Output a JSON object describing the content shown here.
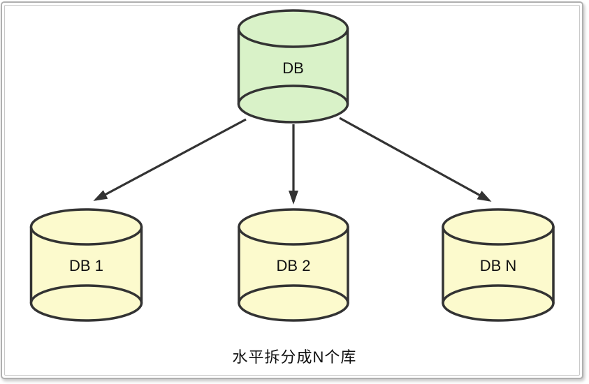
{
  "diagram": {
    "caption": "水平拆分成N个库",
    "root": {
      "label": "DB"
    },
    "shards": [
      {
        "label": "DB 1"
      },
      {
        "label": "DB 2"
      },
      {
        "label": "DB N"
      }
    ],
    "colors": {
      "root_fill": "#d9f2c8",
      "shard_fill": "#fcfacd",
      "stroke": "#333333",
      "label_text": "#111111",
      "frame_border": "#b0b0b0",
      "inner_border": "#c9c9c9",
      "background": "#ffffff"
    }
  }
}
